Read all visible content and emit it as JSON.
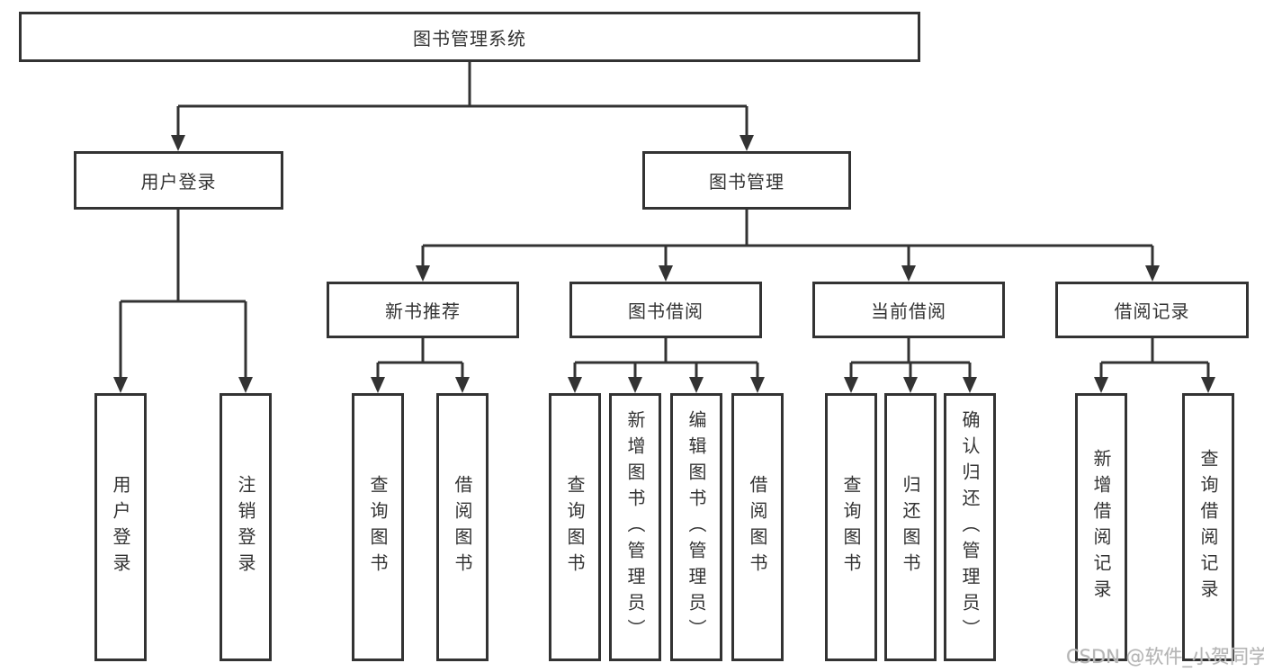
{
  "diagram": {
    "type": "hierarchy-tree",
    "colors": {
      "line": "#333333",
      "text": "#333333",
      "box_background": "#ffffff",
      "watermark": "#b5b5b5"
    },
    "tree": {
      "root": {
        "label": "图书管理系统"
      },
      "branches": [
        {
          "label": "用户登录",
          "children": [
            {
              "label": "用户登录"
            },
            {
              "label": "注销登录"
            }
          ]
        },
        {
          "label": "图书管理",
          "children": [
            {
              "label": "新书推荐",
              "children": [
                {
                  "label": "查询图书"
                },
                {
                  "label": "借阅图书"
                }
              ]
            },
            {
              "label": "图书借阅",
              "children": [
                {
                  "label": "查询图书"
                },
                {
                  "label": "新增图书（管理员）"
                },
                {
                  "label": "编辑图书（管理员）"
                },
                {
                  "label": "借阅图书"
                }
              ]
            },
            {
              "label": "当前借阅",
              "children": [
                {
                  "label": "查询图书"
                },
                {
                  "label": "归还图书"
                },
                {
                  "label": "确认归还（管理员）"
                }
              ]
            },
            {
              "label": "借阅记录",
              "children": [
                {
                  "label": "新增借阅记录"
                },
                {
                  "label": "查询借阅记录"
                }
              ]
            }
          ]
        }
      ]
    },
    "watermark": {
      "text": "CSDN @软件_小贺同学"
    }
  }
}
